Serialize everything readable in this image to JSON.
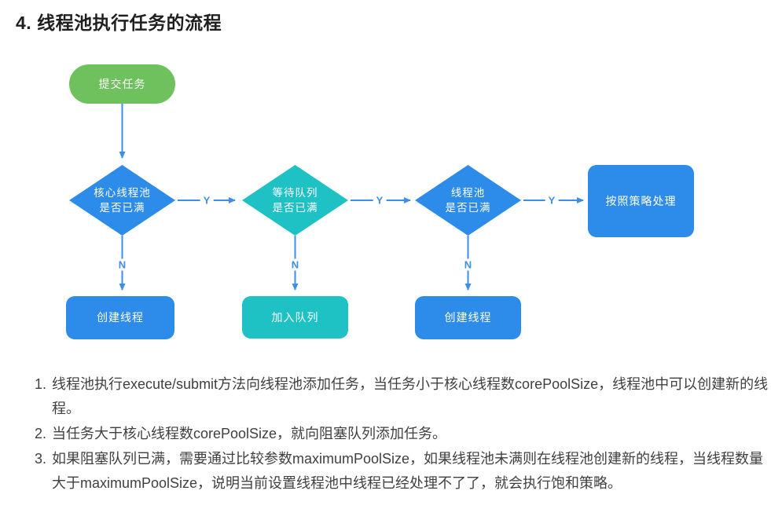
{
  "page": {
    "title": "4. 线程池执行任务的流程"
  },
  "colors": {
    "node_blue": "#2d8cea",
    "node_teal": "#1fc2c4",
    "node_green": "#6ec15c",
    "arrow_blue": "#3b8eec",
    "title_text": "#1f1f1f",
    "body_text": "#404040",
    "node_text": "#ffffff"
  },
  "flowchart": {
    "nodes": [
      {
        "id": "start",
        "type": "stadium",
        "label": "提交任务",
        "color": "#6ec15c"
      },
      {
        "id": "d1",
        "type": "diamond",
        "label": "核心线程池\n是否已满",
        "color": "#2d8cea"
      },
      {
        "id": "d2",
        "type": "diamond",
        "label": "等待队列\n是否已满",
        "color": "#1fc2c4"
      },
      {
        "id": "d3",
        "type": "diamond",
        "label": "线程池\n是否已满",
        "color": "#2d8cea"
      },
      {
        "id": "policy",
        "type": "rect",
        "label": "按照策略处理",
        "color": "#2d8cea"
      },
      {
        "id": "r1",
        "type": "rect",
        "label": "创建线程",
        "color": "#2d8cea"
      },
      {
        "id": "r2",
        "type": "rect",
        "label": "加入队列",
        "color": "#1fc2c4"
      },
      {
        "id": "r3",
        "type": "rect",
        "label": "创建线程",
        "color": "#2d8cea"
      }
    ],
    "edge_labels": {
      "yes": "Y",
      "no": "N"
    }
  },
  "notes": {
    "items": [
      "线程池执行execute/submit方法向线程池添加任务，当任务小于核心线程数corePoolSize，线程池中可以创建新的线程。",
      "当任务大于核心线程数corePoolSize，就向阻塞队列添加任务。",
      "如果阻塞队列已满，需要通过比较参数maximumPoolSize，如果线程池未满则在线程池创建新的线程，当线程数量大于maximumPoolSize，说明当前设置线程池中线程已经处理不了了，就会执行饱和策略。"
    ]
  }
}
